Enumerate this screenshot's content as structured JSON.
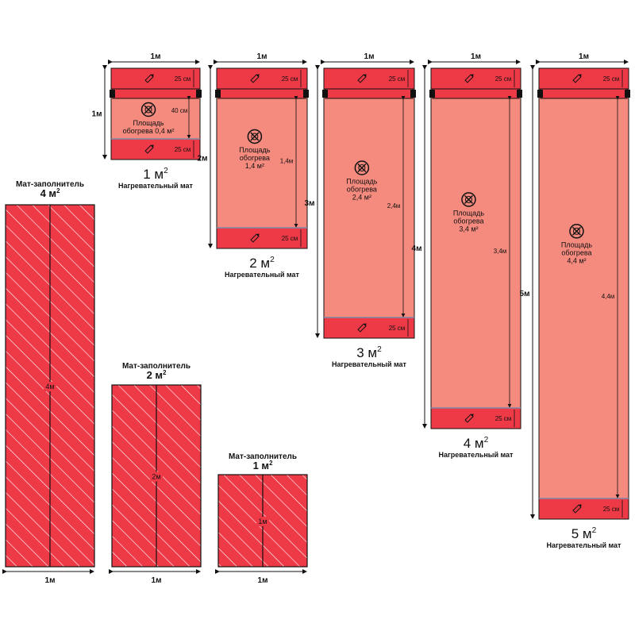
{
  "colors": {
    "mat_fill": "#F58A7E",
    "mat_band": "#EE3A47",
    "filler_fill": "#EE3A47",
    "stroke": "#111111",
    "hatch": "#FFFFFF"
  },
  "heating_mats": [
    {
      "id": "1",
      "area_label": "1 м²",
      "subtitle": "Нагревательный мат",
      "width_label": "1м",
      "length_label": "1м",
      "inner_length_label": "40 см",
      "band_label_top": "25 см",
      "band_label_bottom": "25 см",
      "heat_title": "Площадь",
      "heat_line2": "обогрева 0,4 м²",
      "heat_line3": ""
    },
    {
      "id": "2",
      "area_label": "2 м²",
      "subtitle": "Нагревательный мат",
      "width_label": "1м",
      "length_label": "2м",
      "inner_length_label": "1,4м",
      "band_label_top": "25 см",
      "band_label_bottom": "25 см",
      "heat_title": "Площадь",
      "heat_line2": "обогрева",
      "heat_line3": "1,4 м²"
    },
    {
      "id": "3",
      "area_label": "3 м²",
      "subtitle": "Нагревательный мат",
      "width_label": "1м",
      "length_label": "3м",
      "inner_length_label": "2,4м",
      "band_label_top": "25 см",
      "band_label_bottom": "25 см",
      "heat_title": "Площадь",
      "heat_line2": "обогрева",
      "heat_line3": "2,4 м²"
    },
    {
      "id": "4",
      "area_label": "4 м²",
      "subtitle": "Нагревательный мат",
      "width_label": "1м",
      "length_label": "4м",
      "inner_length_label": "3,4м",
      "band_label_top": "25 см",
      "band_label_bottom": "25 см",
      "heat_title": "Площадь",
      "heat_line2": "обогрева",
      "heat_line3": "3,4 м²"
    },
    {
      "id": "5",
      "area_label": "5 м²",
      "subtitle": "Нагревательный мат",
      "width_label": "1м",
      "length_label": "5м",
      "inner_length_label": "4,4м",
      "band_label_top": "25 см",
      "band_label_bottom": "25 см",
      "heat_title": "Площадь",
      "heat_line2": "обогрева",
      "heat_line3": "4,4 м²"
    }
  ],
  "filler_mats": [
    {
      "id": "f4",
      "title": "Мат-заполнитель",
      "area_label": "4 м²",
      "width_label": "1м",
      "length_label": "4м"
    },
    {
      "id": "f2",
      "title": "Мат-заполнитель",
      "area_label": "2 м²",
      "width_label": "1м",
      "length_label": "2м"
    },
    {
      "id": "f1",
      "title": "Мат-заполнитель",
      "area_label": "1 м²",
      "width_label": "1м",
      "length_label": "1м"
    }
  ]
}
